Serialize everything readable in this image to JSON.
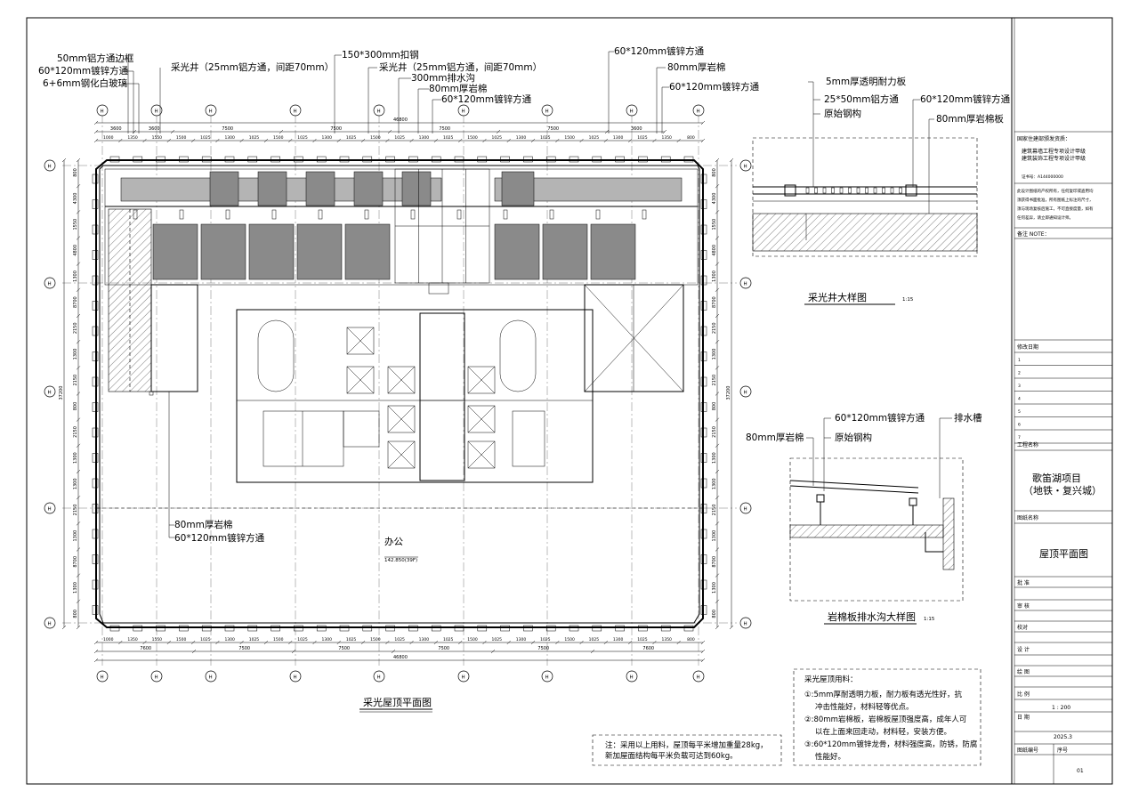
{
  "callouts_top": [
    "50mm铝方通边框",
    "60*120mm镀锌方通",
    "6+6mm钢化白玻璃",
    "采光井（25mm铝方通，间距70mm）",
    "150*300mm扣钢",
    "采光井（25mm铝方通，间距70mm）",
    "300mm排水沟",
    "80mm厚岩棉",
    "60*120mm镀锌方通",
    "60*120mm镀锌方通",
    "80mm厚岩棉",
    "60*120mm镀锌方通"
  ],
  "callouts_plan": [
    "80mm厚岩棉",
    "60*120mm镀锌方通"
  ],
  "dims_top_total": "46800",
  "dims_top_spans": [
    "3600",
    "3600",
    "7500",
    "7500",
    "7500",
    "7500",
    "3600"
  ],
  "dims_top_sub": [
    "1000",
    "1350",
    "1550",
    "1500",
    "1025",
    "1300",
    "1025",
    "1500",
    "1025",
    "1300",
    "1025",
    "1500",
    "1025",
    "1300",
    "1025",
    "1500",
    "1025",
    "1300",
    "1025",
    "1500",
    "1025",
    "1300",
    "1025",
    "1350",
    "800"
  ],
  "dims_bottom_spans": [
    "7600",
    "7500",
    "7500",
    "7500",
    "7500",
    "7600"
  ],
  "dims_bottom_total": "46800",
  "dims_left": [
    "800",
    "4300",
    "1550",
    "4800",
    "1300",
    "8700",
    "2150",
    "1300",
    "2150",
    "800",
    "2150",
    "1300",
    "1300",
    "2150",
    "1300",
    "8700",
    "1300",
    "800"
  ],
  "dims_left_total": "37200",
  "dims_right_total": "37200",
  "grid_bubble_label": "H",
  "room_label": "办公",
  "room_level": "142.850(39F)",
  "plan_title": "采光屋顶平面图",
  "detail1": {
    "labels": [
      "5mm厚透明耐力板",
      "25*50mm铝方通",
      "原始钢构",
      "60*120mm镀锌方通",
      "80mm厚岩棉板"
    ],
    "title": "采光井大样图",
    "scale": "1:15"
  },
  "detail2": {
    "labels": [
      "60*120mm镀锌方通",
      "排水槽",
      "80mm厚岩棉",
      "原始钢构"
    ],
    "title": "岩棉板排水沟大样图",
    "scale": "1:15"
  },
  "note_text": [
    "注：采用以上用料，屋顶每平米增加重量28kg，",
    "新加屋面结构每平米负载可达到60kg。"
  ],
  "materials": {
    "heading": "采光屋顶用料：",
    "items": [
      "①:5mm厚耐透明力板，耐力板有透光性好，抗",
      "冲击性能好，材料轻等优点。",
      "②:80mm岩棉板，岩棉板屋顶强度高，成年人可",
      "以在上面来回走动，材料轻，安装方便。",
      "③:60*120mm镀锌龙骨，材料强度高，防锈，防腐",
      "性能好。"
    ]
  },
  "title_block": {
    "qualification_heading": "国家住建部颁发资质：",
    "qualifications": [
      "建筑幕墙工程专项设计甲级",
      "建筑装饰工程专项设计甲级"
    ],
    "cert_no": "证书号：A144000000",
    "disclaimer": [
      "此设计图纸的产权所有，任何复印或盗用均",
      "须获得书面批准，所有图纸上标注的尺寸，",
      "须与现场复核后施工，不可直接度量，如有",
      "任何差异，请立即通知设计师。"
    ],
    "note_label": "备注 NOTE：",
    "revision_label": "修改日期",
    "revision_rows": [
      "1",
      "2",
      "3",
      "4",
      "5",
      "6",
      "7"
    ],
    "project_label": "工程名称",
    "project_name": [
      "歌笛湖项目",
      "（地铁・复兴城）"
    ],
    "drawing_label": "图纸名称",
    "drawing_name": "屋顶平面图",
    "approve": "批 准",
    "review": "审 核",
    "check": "校对",
    "design": "设 计",
    "draw": "绘 图",
    "scale_label": "比 例",
    "scale_value": "1 : 200",
    "date_label": "日 期",
    "date_value": "2025.3",
    "drawing_no_label": "图纸编号",
    "sequence_label": "序号",
    "sequence_value": "01"
  }
}
